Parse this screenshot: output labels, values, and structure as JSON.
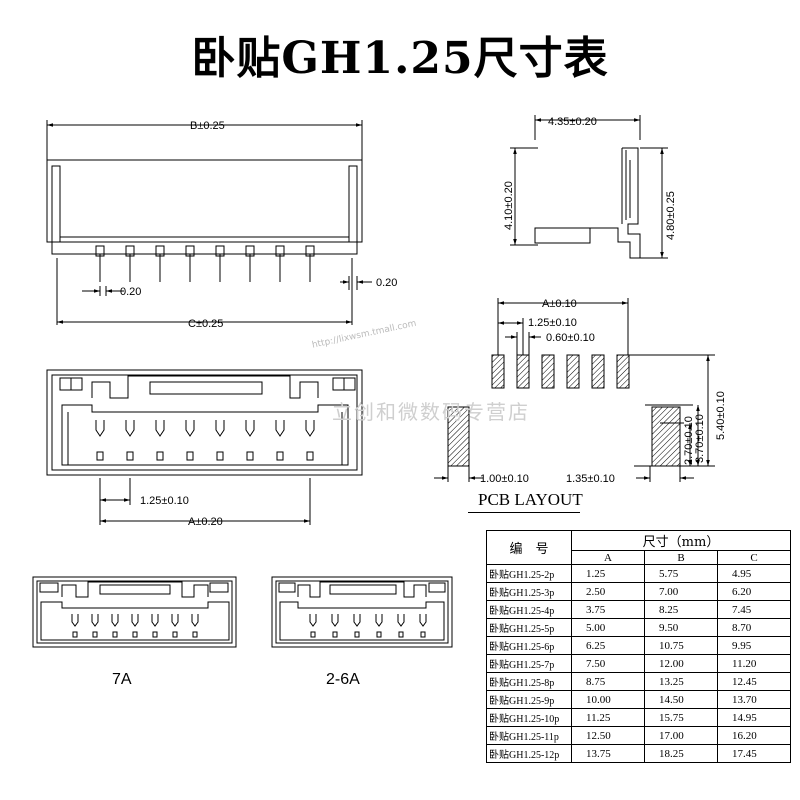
{
  "title": "卧贴GH1.25尺寸表",
  "side_view": {
    "dim_b": "B±0.25",
    "dim_c": "C±0.25",
    "dim_pin": "0.20",
    "dim_edge": "0.20"
  },
  "end_view": {
    "width": "4.35±0.20",
    "height_left": "4.10±0.20",
    "height_right": "4.80±0.25"
  },
  "top_view": {
    "pitch": "1.25±0.10",
    "span": "A±0.20"
  },
  "pcb": {
    "a": "A±0.10",
    "pitch": "1.25±0.10",
    "pad_width": "0.60±0.10",
    "left_pad_width": "1.00±0.10",
    "right_pad_width": "1.35±0.10",
    "h1": "2.70±0.10",
    "h2": "3.70±0.10",
    "h3": "5.40±0.10",
    "label": "PCB LAYOUT"
  },
  "variants": {
    "left": "7A",
    "right": "2-6A"
  },
  "watermark": {
    "url": "http://lixwsm.tmall.com",
    "store": "立创和微数码专营店"
  },
  "table": {
    "col_name": "编　号",
    "col_size": "尺寸（mm）",
    "col_a": "A",
    "col_b": "B",
    "col_c": "C",
    "rows": [
      {
        "name": "卧贴GH1.25-2p",
        "a": "1.25",
        "b": "5.75",
        "c": "4.95"
      },
      {
        "name": "卧贴GH1.25-3p",
        "a": "2.50",
        "b": "7.00",
        "c": "6.20"
      },
      {
        "name": "卧贴GH1.25-4p",
        "a": "3.75",
        "b": "8.25",
        "c": "7.45"
      },
      {
        "name": "卧贴GH1.25-5p",
        "a": "5.00",
        "b": "9.50",
        "c": "8.70"
      },
      {
        "name": "卧贴GH1.25-6p",
        "a": "6.25",
        "b": "10.75",
        "c": "9.95"
      },
      {
        "name": "卧贴GH1.25-7p",
        "a": "7.50",
        "b": "12.00",
        "c": "11.20"
      },
      {
        "name": "卧贴GH1.25-8p",
        "a": "8.75",
        "b": "13.25",
        "c": "12.45"
      },
      {
        "name": "卧贴GH1.25-9p",
        "a": "10.00",
        "b": "14.50",
        "c": "13.70"
      },
      {
        "name": "卧贴GH1.25-10p",
        "a": "11.25",
        "b": "15.75",
        "c": "14.95"
      },
      {
        "name": "卧贴GH1.25-11p",
        "a": "12.50",
        "b": "17.00",
        "c": "16.20"
      },
      {
        "name": "卧贴GH1.25-12p",
        "a": "13.75",
        "b": "18.25",
        "c": "17.45"
      }
    ]
  }
}
